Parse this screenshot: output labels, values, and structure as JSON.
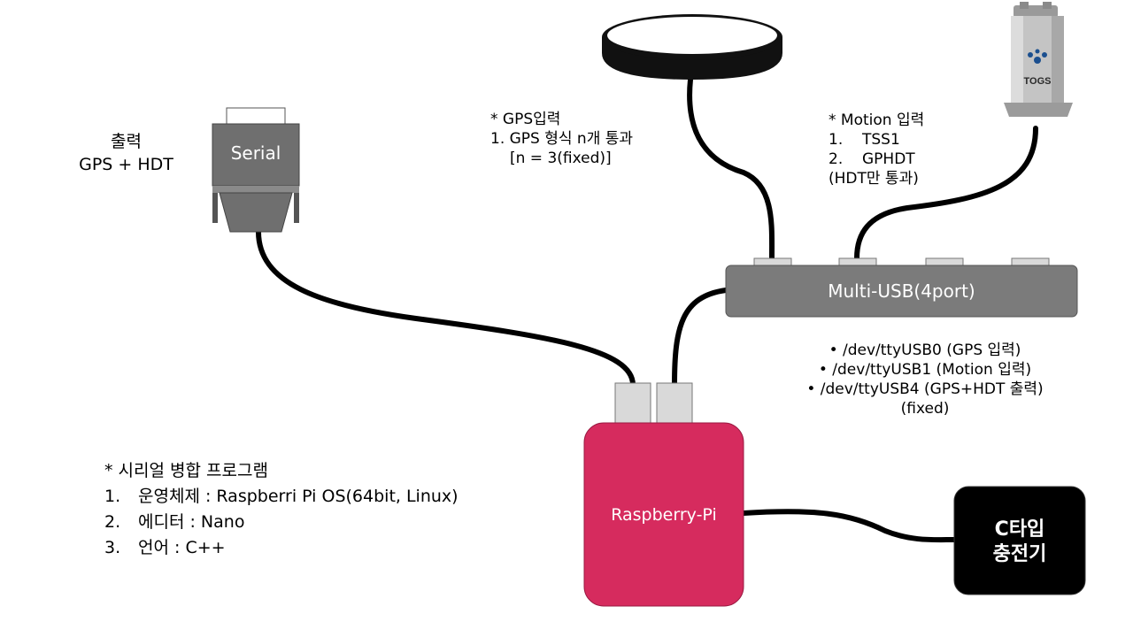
{
  "output_label": {
    "title": "출력",
    "subtitle": "GPS + HDT"
  },
  "serial": {
    "label": "Serial"
  },
  "gps_note": {
    "line1": "* GPS입력",
    "line2": "1. GPS 형식 n개 통과",
    "line3": "[n = 3(fixed)]"
  },
  "motion_note": {
    "line1": "* Motion 입력",
    "item1_num": "1.",
    "item1_text": "TSS1",
    "item2_num": "2.",
    "item2_text": "GPHDT",
    "line4": "(HDT만 통과)"
  },
  "motion_sensor": {
    "brand": "TOGS"
  },
  "multi_usb": {
    "label": "Multi-USB(4port)"
  },
  "usb_list": [
    "•    /dev/ttyUSB0 (GPS 입력)",
    "•    /dev/ttyUSB1 (Motion 입력)",
    "•    /dev/ttyUSB4 (GPS+HDT 출력)",
    "(fixed)"
  ],
  "raspberry": {
    "label": "Raspberry-Pi"
  },
  "charger": {
    "line1": "C타입",
    "line2": "충전기"
  },
  "program": {
    "title": "* 시리얼 병합 프로그램",
    "items": [
      {
        "num": "1.",
        "text": "운영체제 : Raspberri Pi OS(64bit, Linux)"
      },
      {
        "num": "2.",
        "text": "에디터 : Nano"
      },
      {
        "num": "3.",
        "text": "언어 : C++"
      }
    ]
  },
  "colors": {
    "serial_gray": "#6f6f6f",
    "usb_hub_gray": "#7b7b7b",
    "raspberry_pink": "#d62b5e",
    "charger_black": "#000000",
    "cable_black": "#000000",
    "port_light_gray": "#d9d9d9"
  }
}
